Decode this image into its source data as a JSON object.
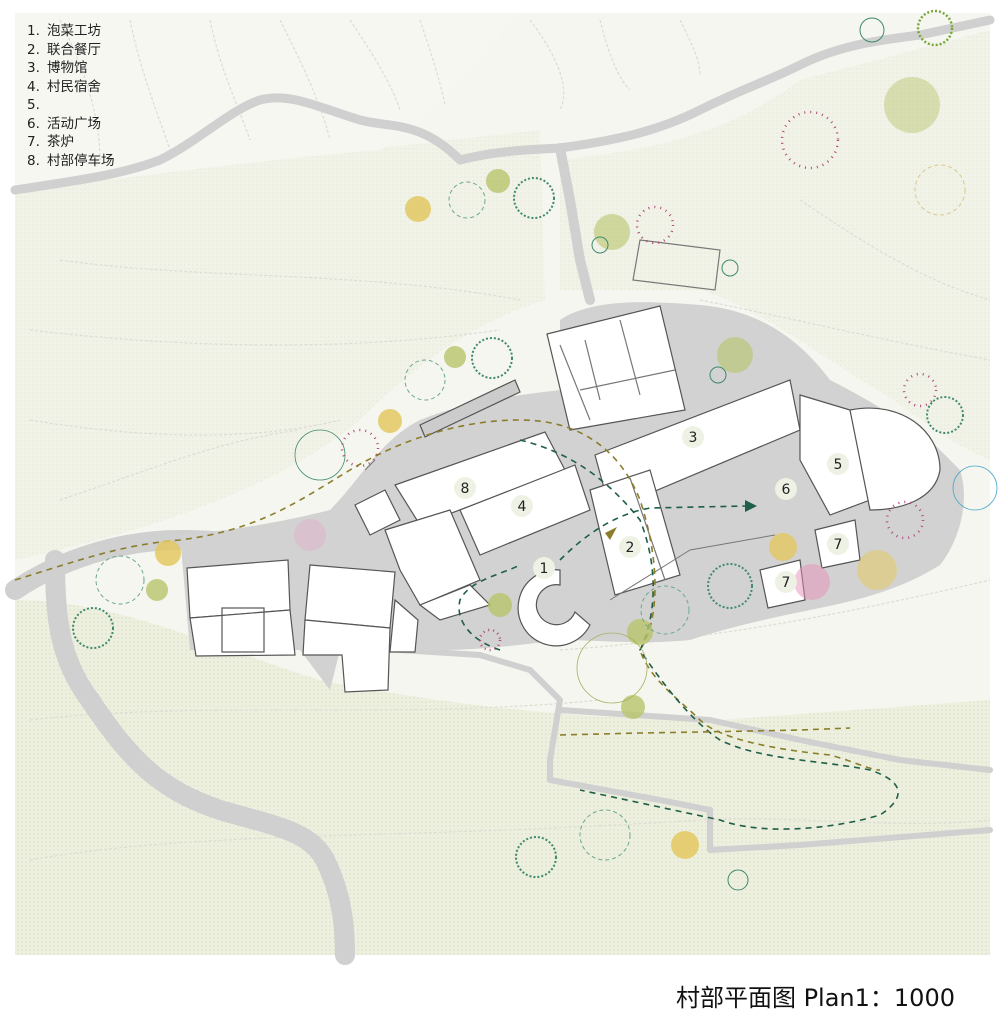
{
  "legend": {
    "items": [
      {
        "num": "1.",
        "label": "泡菜工坊"
      },
      {
        "num": "2.",
        "label": "联合餐厅"
      },
      {
        "num": "3.",
        "label": "博物馆"
      },
      {
        "num": "4.",
        "label": "村民宿舍"
      },
      {
        "num": "5.",
        "label": ""
      },
      {
        "num": "6.",
        "label": "活动广场"
      },
      {
        "num": "7.",
        "label": "茶炉"
      },
      {
        "num": "8.",
        "label": "村部停车场"
      }
    ]
  },
  "title": "村部平面图 Plan1：1000",
  "map_labels": {
    "l1": "1",
    "l2": "2",
    "l3": "3",
    "l4": "4",
    "l5": "5",
    "l6": "6",
    "l7a": "7",
    "l7b": "7",
    "l8": "8"
  },
  "colors": {
    "ground": "#f3f4ea",
    "terrace": "#eceee0",
    "road": "#cfd0cf",
    "paving": "#d1d1d1",
    "building": "#ffffff",
    "building_stroke": "#555555",
    "path_green": "#1f5e48",
    "path_olive": "#8b7d2a",
    "label_circle": "#eef2e4",
    "tree_green": "#3f8a6e",
    "tree_olive": "#9aa84a",
    "tree_yellow": "#d9bb4a",
    "tree_pink": "#b04a7a",
    "tree_blue": "#4aa8c8"
  }
}
